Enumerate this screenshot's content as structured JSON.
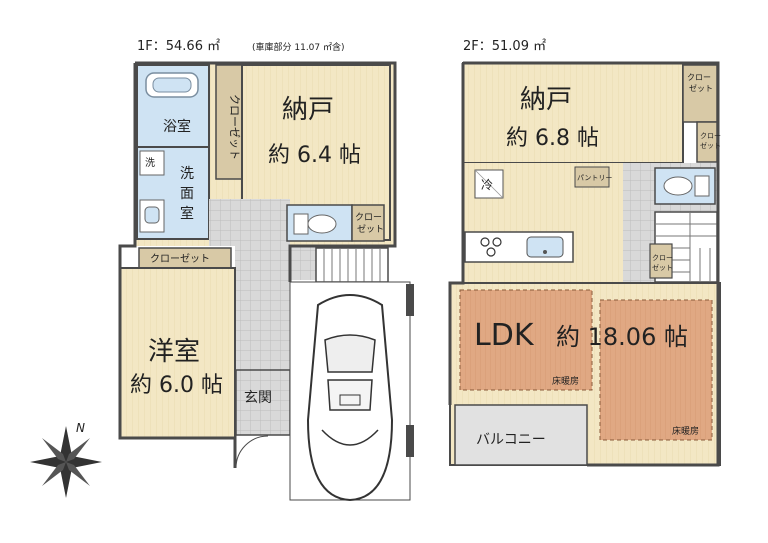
{
  "floor1": {
    "heading": "1F：54.66 ㎡",
    "heading_note": "(車庫部分 11.07 ㎡含)",
    "rooms": {
      "storage_name": "納戸",
      "storage_size": "約 6.4 帖",
      "closet_vertical": "クローゼット",
      "bath": "浴室",
      "laundry_icon": "洗",
      "washroom": "洗面室",
      "closet_small": "クロー\nゼット",
      "closet_horizontal": "クローゼット",
      "western_name": "洋室",
      "western_size": "約 6.0 帖",
      "entrance": "玄関"
    }
  },
  "floor2": {
    "heading": "2F：51.09 ㎡",
    "rooms": {
      "storage_name": "納戸",
      "storage_size": "約 6.8 帖",
      "closet_a": "クロー\nゼット",
      "closet_b": "クロー\nゼット",
      "pantry": "パントリー",
      "fridge_icon": "冷",
      "closet_c": "クロー\nゼット",
      "ldk_name": "LDK",
      "ldk_size": "約 18.06 帖",
      "floor_heating_1": "床暖房",
      "floor_heating_2": "床暖房",
      "balcony": "バルコニー"
    }
  },
  "compass": {
    "north_label": "N"
  },
  "colors": {
    "floor": "#f3e7c4",
    "wet_area": "#cfe3f3",
    "hall": "#d9d9d9",
    "closet": "#d8c9a6",
    "heating": "#e0a883",
    "balcony": "#e1e1e1",
    "wall": "#4a4a4a"
  }
}
